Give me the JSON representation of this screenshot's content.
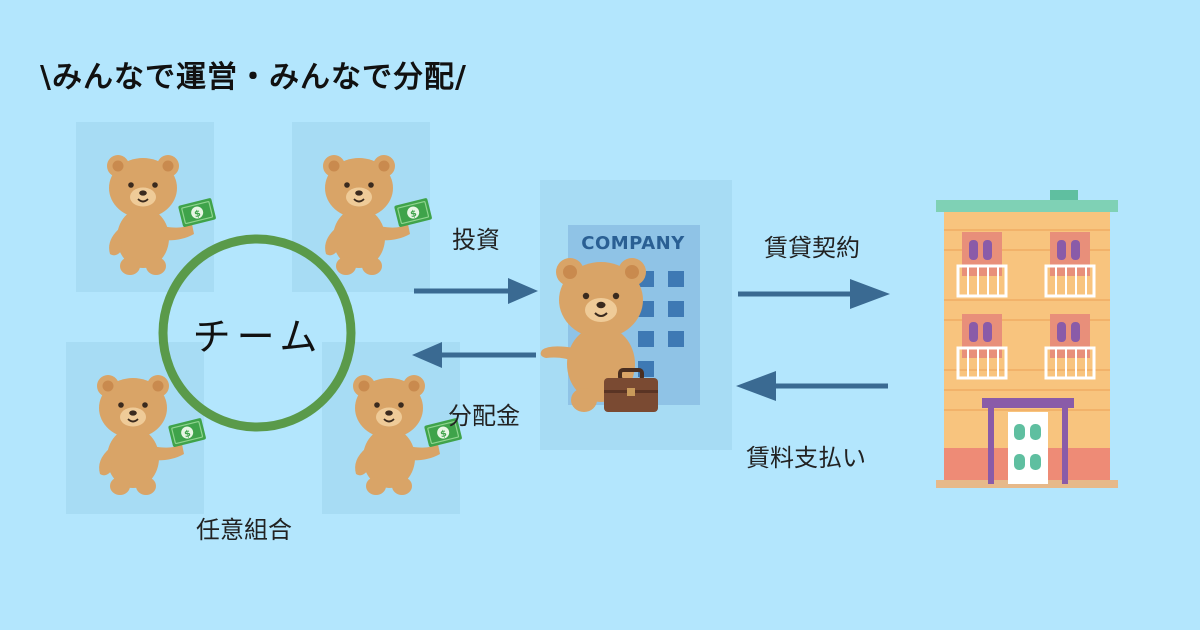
{
  "header": {
    "title": "\\みんなで運営・みんなで分配/"
  },
  "team": {
    "label": "チーム",
    "caption": "任意組合"
  },
  "flows": {
    "invest": "投資",
    "distribution": "分配金",
    "lease_contract": "賃貸契約",
    "rent_payment": "賃料支払い"
  },
  "company": {
    "sign": "COMPANY"
  },
  "colors": {
    "background": "#b3e6fd",
    "arrow": "#3a6a92",
    "circle": "#5a9a4a",
    "bear": "#d9a467"
  },
  "icons": [
    "bear-investor-icon",
    "money-bill-icon",
    "company-building-icon",
    "briefcase-icon",
    "apartment-building-icon",
    "arrow-icon"
  ]
}
